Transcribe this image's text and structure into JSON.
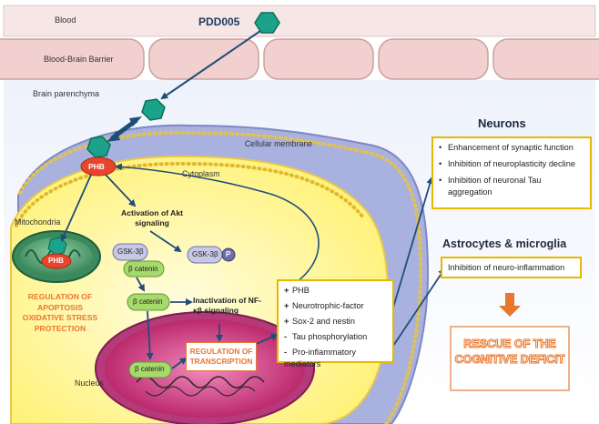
{
  "labels": {
    "blood": "Blood",
    "drug": "PDD005",
    "bbb": "Blood-Brain Barrier",
    "parenchyma": "Brain parenchyma",
    "cell_membrane": "Cellular membrane",
    "cytoplasm": "Cytoplasm",
    "mitochondria": "Mitochondria",
    "nucleus": "Nucleus",
    "phb": "PHB",
    "phb_mito": "PHB",
    "akt_activation": "Activation of Akt signaling",
    "gsk_left": "GSK-3β",
    "gsk_right": "GSK-3β",
    "phospho": "P",
    "bcat_1": "β catenin",
    "bcat_2": "β catenin",
    "bcat_3": "β catenin",
    "nfkb": "Inactivation of NF-κβ signaling",
    "mito_reg": "REGULATION OF APOPTOSIS OXIDATIVE STRESS PROTECTION",
    "transcription": "REGULATION OF TRANSCRIPTION"
  },
  "effects": [
    {
      "sign": "+",
      "text": "PHB"
    },
    {
      "sign": "+",
      "text": "Neurotrophic-factor"
    },
    {
      "sign": "+",
      "text": "Sox-2 and nestin"
    },
    {
      "sign": "-",
      "text": "Tau phosphorylation"
    },
    {
      "sign": "-",
      "text": "Pro-inflammatory mediators"
    }
  ],
  "neurons": {
    "title": "Neurons",
    "items": [
      "Enhancement of synaptic function",
      "Inhibition of neuroplasticity decline",
      "Inhibition of neuronal Tau aggregation"
    ]
  },
  "glia": {
    "title": "Astrocytes & microglia",
    "item": "Inhibition of neuro-inflammation"
  },
  "rescue": "RESCUE OF THE COGNITIVE DEFICIT",
  "colors": {
    "accent_orange": "#e8772e",
    "box_border": "#e6b800",
    "arrow_blue": "#1f4e79",
    "bbb_pink": "#f3d0d0",
    "membrane_blue": "#9fa8d8",
    "cytoplasm_yellow": "#fff9b8",
    "nucleus_pink": "#cc2f7a",
    "phb_red": "#e8452c",
    "drug_teal": "#1aa38a"
  }
}
